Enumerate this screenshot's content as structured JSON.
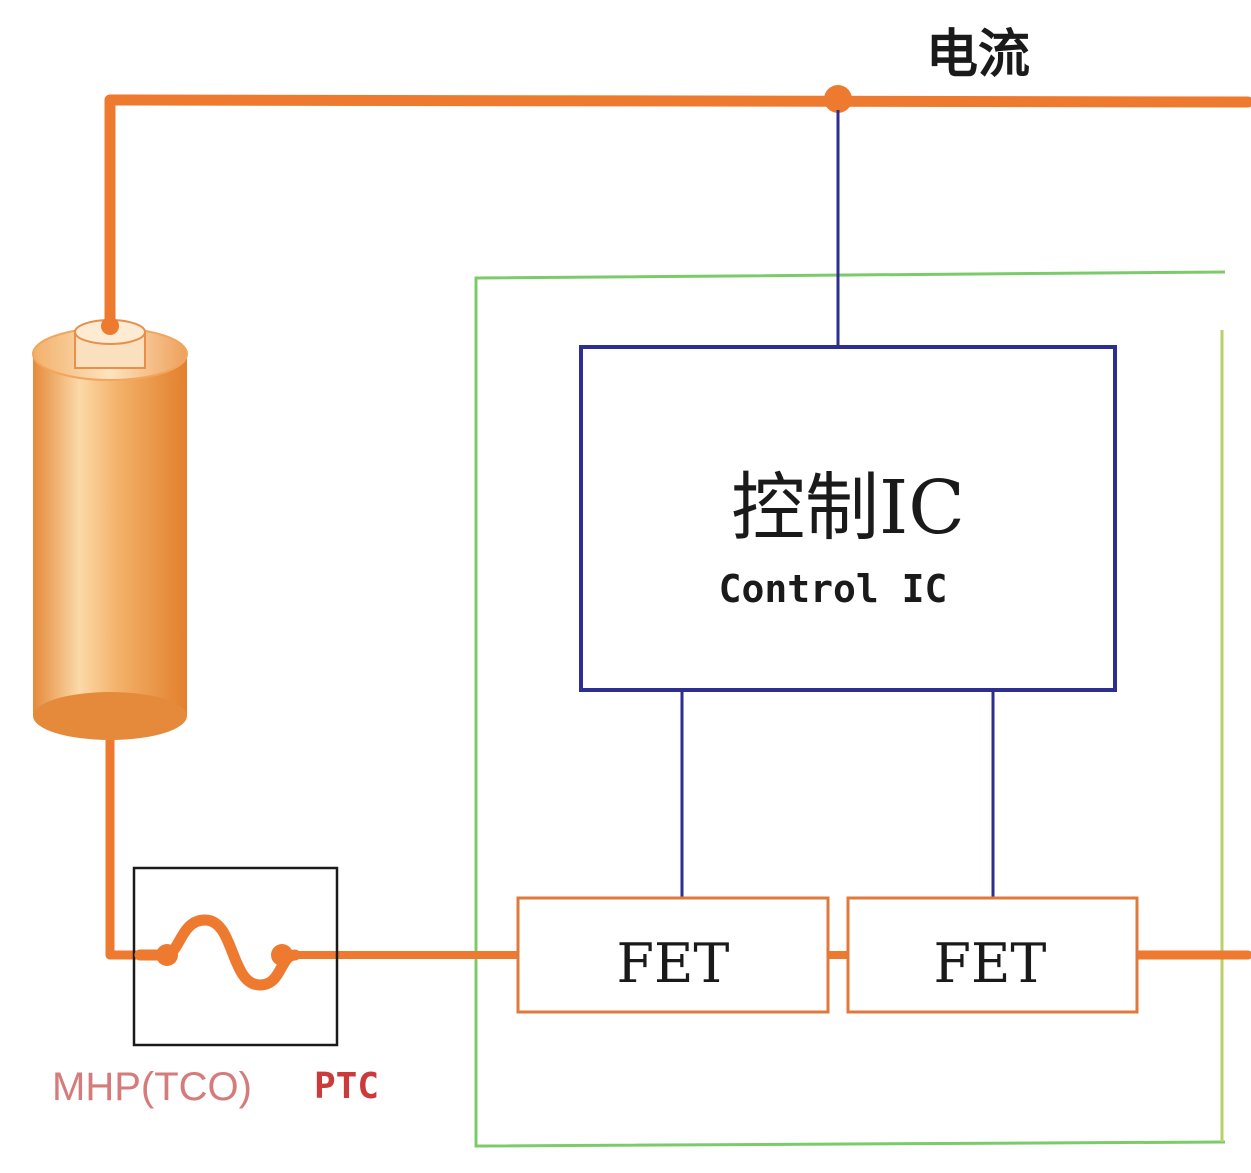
{
  "labels": {
    "current": "电流",
    "control_ic_cn": "控制IC",
    "control_ic_en": "Control IC",
    "fet_left": "FET",
    "fet_right": "FET",
    "mhp_tco": "MHP(TCO)",
    "ptc": "PTC"
  },
  "colors": {
    "current_path": "#ee7a2f",
    "signal_wire": "#2c2f8f",
    "protection_board": "#7ccb6a",
    "fet_border": "#e07a3c",
    "label_red": "#cc3b3b",
    "label_dark": "#1a1a1a"
  },
  "icons": {
    "battery": "battery-cell-icon",
    "fuse": "fuse-symbol-icon"
  }
}
